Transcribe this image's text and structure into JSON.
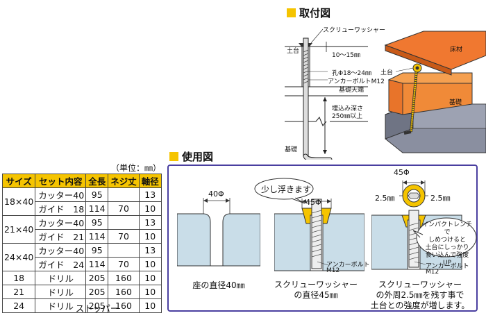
{
  "install": {
    "title": "取付図",
    "labels": {
      "screw_washer": "スクリューワッシャー",
      "dodai": "土台",
      "gap": "10〜15㎜",
      "hole": "孔Φ18〜24㎜",
      "anchor": "アンカーボルトM12",
      "kiso_top": "基礎天端",
      "depth": "埋込み深さ",
      "depth_val": "250㎜以上",
      "kiso": "基礎",
      "yuka": "床材",
      "dodai2": "土台",
      "kiso2": "基礎"
    }
  },
  "usage": {
    "title": "使用図",
    "panel1": {
      "dim": "40Φ",
      "caption": "座の直径40㎜"
    },
    "panel2": {
      "bubble": "少し浮きます",
      "dim": "45Φ",
      "anchor": "アンカーボルト",
      "anchor_size": "M12",
      "caption_line1": "スクリューワッシャー",
      "caption_line2": "の直径45㎜"
    },
    "panel3": {
      "dim": "45Φ",
      "left_dim": "2.5㎜",
      "right_dim": "2.5㎜",
      "bubble": [
        "インパクトレンチで",
        "しめつけると",
        "土台にしっかり",
        "食い込んで強度UP"
      ],
      "anchor": "アンカーボルト",
      "anchor_size": "M12",
      "caption_line1": "スクリューワッシャー",
      "caption_line2": "の外周2.5㎜を残す事で",
      "caption_line3": "土台との強度が増します。"
    }
  },
  "table": {
    "unit": "（単位：㎜）",
    "headers": [
      "サイズ",
      "セット内容",
      "全長",
      "ネジ丈",
      "軸径"
    ],
    "rows": [
      [
        "18×40",
        "カッター40",
        "95",
        "",
        "13"
      ],
      [
        "",
        "ガイド　18",
        "114",
        "70",
        "10"
      ],
      [
        "21×40",
        "カッター40",
        "95",
        "",
        "13"
      ],
      [
        "",
        "ガイド　21",
        "114",
        "70",
        "10"
      ],
      [
        "24×40",
        "カッター40",
        "95",
        "",
        "13"
      ],
      [
        "",
        "ガイド　24",
        "114",
        "70",
        "10"
      ],
      [
        "18",
        "ドリル",
        "205",
        "160",
        "10"
      ],
      [
        "21",
        "ドリル",
        "205",
        "160",
        "10"
      ],
      [
        "24",
        "ドリル",
        "205",
        "160",
        "10"
      ]
    ],
    "footer": "ストッパー"
  },
  "colors": {
    "accent": "#f5c400",
    "concrete": "#c9dde8",
    "wood_orange": "#f07830",
    "gray_block": "#8a8fa0",
    "panel_border": "#4a3fa0"
  }
}
